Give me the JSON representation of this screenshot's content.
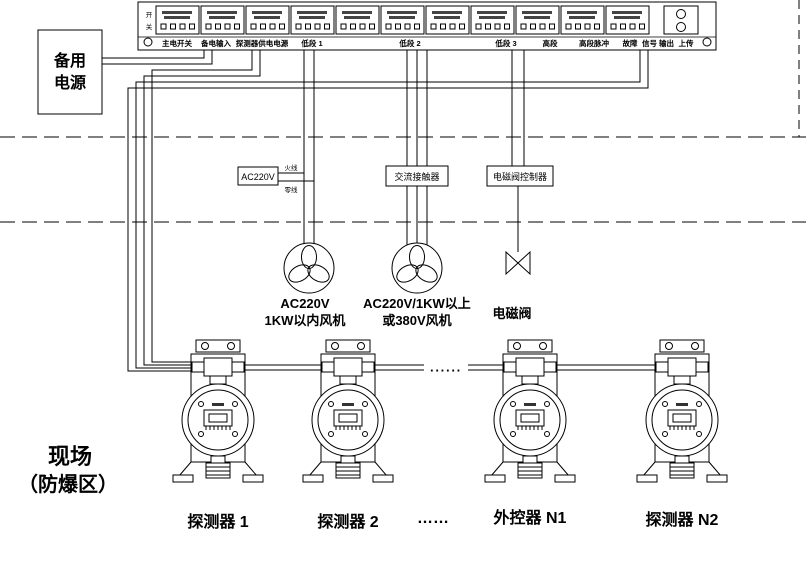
{
  "terminal_strip": {
    "switch_on": "开",
    "switch_off": "关",
    "labels": [
      "主电开关",
      "备电输入",
      "探测器供电电源",
      "低段 1",
      "低段 2",
      "低段 3",
      "高段",
      "高段脉冲",
      "故障",
      "信号 输出",
      "上传"
    ]
  },
  "backup_power": {
    "line1": "备用",
    "line2": "电源"
  },
  "controls": {
    "ac_supply": "AC220V",
    "live_wire": "火线",
    "neutral_wire": "零线",
    "contactor": "交流接触器",
    "valve_controller": "电磁阀控制器",
    "fan1": {
      "line1": "AC220V",
      "line2": "1KW以内风机"
    },
    "fan2": {
      "line1": "AC220V/1KW以上",
      "line2": "或380V风机"
    },
    "valve": "电磁阀"
  },
  "field": {
    "zone_line1": "现场",
    "zone_line2": "（防爆区）",
    "conduit_dots": "······",
    "devices": [
      {
        "label": "探测器 1"
      },
      {
        "label": "探测器 2"
      },
      {
        "label": "……"
      },
      {
        "label": "外控器 N1"
      },
      {
        "label": "探测器 N2"
      }
    ]
  }
}
